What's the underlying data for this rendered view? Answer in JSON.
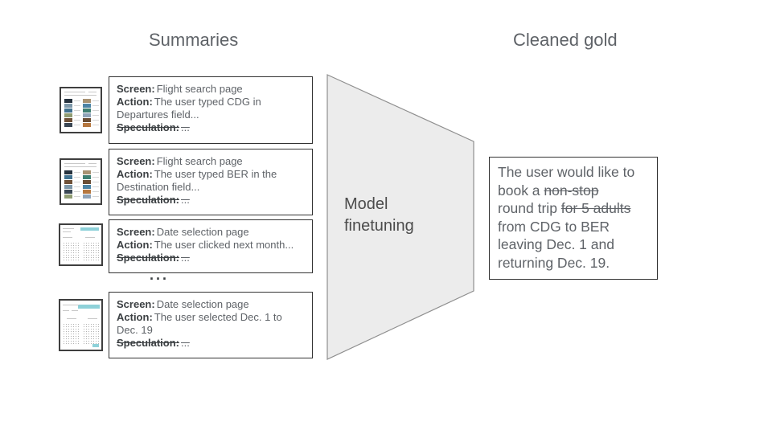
{
  "titles": {
    "summaries": "Summaries",
    "cleaned_gold": "Cleaned gold"
  },
  "summaries": [
    {
      "screen_label": "Screen:",
      "screen": "Flight search page",
      "action_label": "Action:",
      "action": "The user typed CDG in Departures field...",
      "speculation_label": "Speculation:",
      "speculation": "..."
    },
    {
      "screen_label": "Screen:",
      "screen": "Flight search page",
      "action_label": "Action:",
      "action": "The user typed BER in the Destination field...",
      "speculation_label": "Speculation:",
      "speculation": "..."
    },
    {
      "screen_label": "Screen:",
      "screen": "Date selection page",
      "action_label": "Action:",
      "action": "The user clicked next month...",
      "speculation_label": "Speculation:",
      "speculation": "..."
    },
    {
      "screen_label": "Screen:",
      "screen": "Date selection page",
      "action_label": "Action:",
      "action": "The user selected Dec. 1 to Dec. 19",
      "speculation_label": "Speculation:",
      "speculation": "..."
    }
  ],
  "more_indicator": "...",
  "funnel": {
    "label": "Model\nfinetuning"
  },
  "gold": {
    "line1": "The user would like to",
    "line2_pre": "book a ",
    "line2_strike": "non-stop",
    "line3_pre": "round trip ",
    "line3_strike": "for 5 adults",
    "line4": "from CDG to BER",
    "line5": "leaving Dec. 1 and",
    "line6": "returning Dec. 19."
  },
  "colors": {
    "accent_teal": "#8ed1d9",
    "funnel_fill": "#ececec",
    "funnel_stroke": "#8f8f8f",
    "text_primary": "#3c4043",
    "text_secondary": "#5f6368",
    "border_dark": "#333333"
  }
}
